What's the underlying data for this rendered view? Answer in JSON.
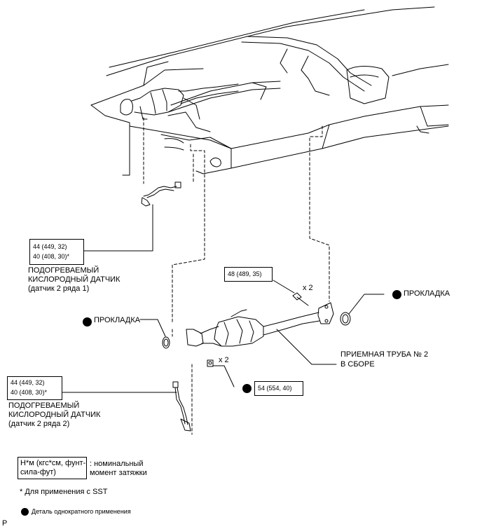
{
  "labels": {
    "torque_upper_sensor": {
      "line1": "44 (449, 32)",
      "line2": "40 (408, 30)*"
    },
    "sensor_upper": {
      "line1": "ПОДОГРЕВАЕМЫЙ",
      "line2": "КИСЛОРОДНЫЙ ДАТЧИК",
      "line3": "(датчик 2 ряда 1)"
    },
    "torque_bolt": "48 (489, 35)",
    "bolt_qty": "x 2",
    "gasket_right": "ПРОКЛАДКА",
    "gasket_left": "ПРОКЛАДКА",
    "pipe_assembly": {
      "line1": "ПРИЕМНАЯ ТРУБА № 2",
      "line2": "В СБОРЕ"
    },
    "nut_qty": "x 2",
    "torque_nut": "54 (554, 40)",
    "torque_lower_sensor": {
      "line1": "44 (449, 32)",
      "line2": "40 (408, 30)*"
    },
    "sensor_lower": {
      "line1": "ПОДОГРЕВАЕМЫЙ",
      "line2": "КИСЛОРОДНЫЙ ДАТЧИК",
      "line3": "(датчик 2 ряда 2)"
    }
  },
  "legend": {
    "unit_box": {
      "line1": "Н*м (кгс*см, фунт-",
      "line2": "сила-фут)"
    },
    "unit_desc": {
      "line1": ": номинальный",
      "line2": "момент затяжки"
    },
    "sst_note": "* Для применения с SST",
    "non_reusable": "Деталь однократного применения"
  },
  "corner_mark": "P",
  "colors": {
    "ink": "#000000",
    "background": "#ffffff"
  }
}
